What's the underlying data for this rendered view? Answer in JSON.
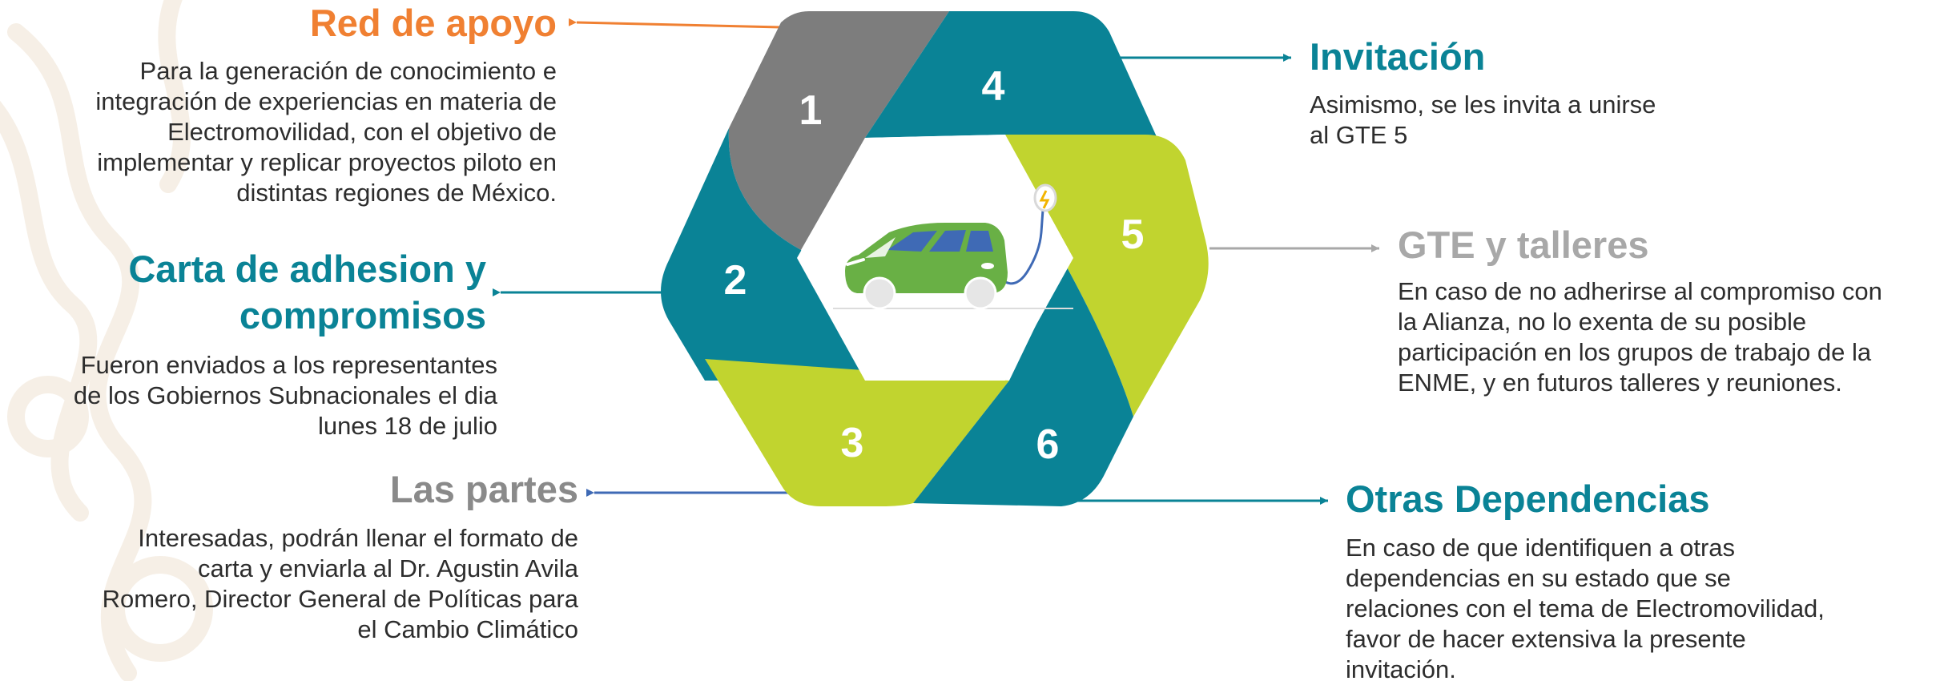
{
  "colors": {
    "teal": "#0a8396",
    "gray_segment": "#7d7d7d",
    "lime": "#c1d42f",
    "orange": "#f08032",
    "title_gray": "#8a8a8a",
    "light_gray": "#a8a8a8",
    "blue_arrow": "#3f6ab5",
    "car_green": "#69b045",
    "window_blue": "#3f6ab5"
  },
  "hexagon": {
    "segments": [
      {
        "number": "1",
        "color": "gray"
      },
      {
        "number": "2",
        "color": "teal"
      },
      {
        "number": "3",
        "color": "lime"
      },
      {
        "number": "4",
        "color": "teal"
      },
      {
        "number": "5",
        "color": "lime"
      },
      {
        "number": "6",
        "color": "teal"
      }
    ],
    "center_icon": "electric-car-charging-icon"
  },
  "blocks": {
    "red_apoyo": {
      "title": "Red de apoyo",
      "lines": [
        "Para la generación de conocimiento e",
        "integración de experiencias en materia de",
        "Electromovilidad, con el objetivo de",
        "implementar y replicar proyectos piloto en",
        "distintas regiones de México."
      ]
    },
    "carta": {
      "title_lines": [
        "Carta de adhesion y",
        "compromisos"
      ],
      "lines": [
        "Fueron enviados a los representantes",
        "de los Gobiernos Subnacionales el dia",
        "lunes 18 de julio"
      ]
    },
    "partes": {
      "title": "Las partes",
      "lines": [
        "Interesadas, podrán llenar el formato de",
        "carta y enviarla al Dr. Agustin Avila",
        "Romero, Director General de Políticas para",
        "el Cambio Climático"
      ]
    },
    "invitacion": {
      "title": "Invitación",
      "lines": [
        "Asimismo, se les invita a unirse",
        "al GTE 5"
      ]
    },
    "gte": {
      "title": "GTE y talleres",
      "lines": [
        "En caso de no adherirse al compromiso con",
        "la Alianza, no lo exenta de su posible",
        "participación en los grupos de trabajo de la",
        "ENME, y en futuros talleres y reuniones."
      ]
    },
    "otras": {
      "title": "Otras Dependencias",
      "lines": [
        "En caso de que identifiquen a otras",
        "dependencias en su estado que se",
        "relaciones con el tema de Electromovilidad,",
        "favor de hacer extensiva la presente",
        "invitación."
      ]
    }
  }
}
